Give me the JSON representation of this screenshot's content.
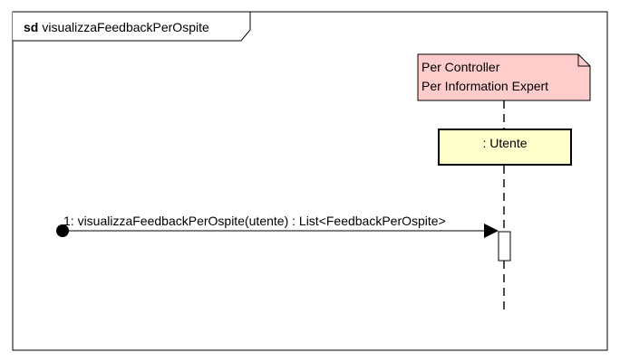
{
  "frame": {
    "keyword": "sd",
    "name": "visualizzaFeedbackPerOspite"
  },
  "note": {
    "lines": [
      "Per Controller",
      "Per Information Expert"
    ]
  },
  "lifeline": {
    "name": ": Utente"
  },
  "message": {
    "label": "1: visualizzaFeedbackPerOspite(utente) : List<FeedbackPerOspite>",
    "type": "found-message"
  },
  "colors": {
    "note_fill": "#ffcccc",
    "lifeline_head_fill": "#ffffcc",
    "frame_stroke": "#000000"
  }
}
